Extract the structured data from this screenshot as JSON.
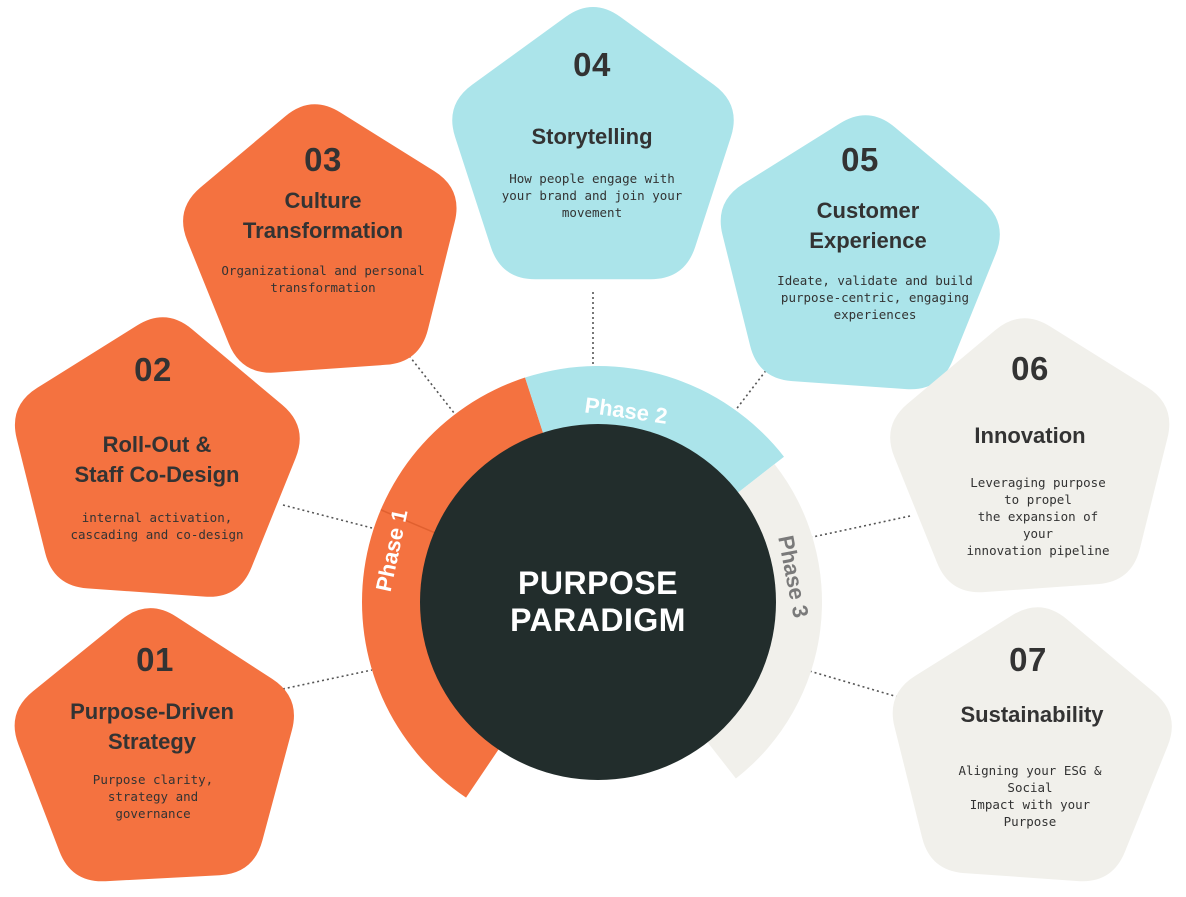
{
  "center": {
    "label": "PURPOSE\nPARADIGM"
  },
  "phases": [
    {
      "label": "Phase 1"
    },
    {
      "label": "Phase 2"
    },
    {
      "label": "Phase 3"
    }
  ],
  "items": [
    {
      "number": "01",
      "title": "Purpose-Driven\nStrategy",
      "description": "Purpose clarity,\nstrategy and\ngovernance"
    },
    {
      "number": "02",
      "title": "Roll-Out &\nStaff Co-Design",
      "description": "internal activation,\ncascading and co-design"
    },
    {
      "number": "03",
      "title": "Culture\nTransformation",
      "description": "Organizational and personal\ntransformation"
    },
    {
      "number": "04",
      "title": "Storytelling",
      "description": "How people engage with\nyour brand and join your\nmovement"
    },
    {
      "number": "05",
      "title": "Customer\nExperience",
      "description": "Ideate, validate and build\npurpose-centric, engaging\nexperiences"
    },
    {
      "number": "06",
      "title": "Innovation",
      "description": "Leveraging purpose to propel\nthe expansion of your\ninnovation pipeline"
    },
    {
      "number": "07",
      "title": "Sustainability",
      "description": "Aligning your ESG & Social\nImpact with your Purpose"
    }
  ],
  "colors": {
    "phase1": "#F47240",
    "phase2": "#ABE4EA",
    "phase3": "#F1F0EB",
    "center": "#222D2C",
    "dark_text": "#333333",
    "white_text": "#FFFFFF",
    "connector": "#555555"
  }
}
